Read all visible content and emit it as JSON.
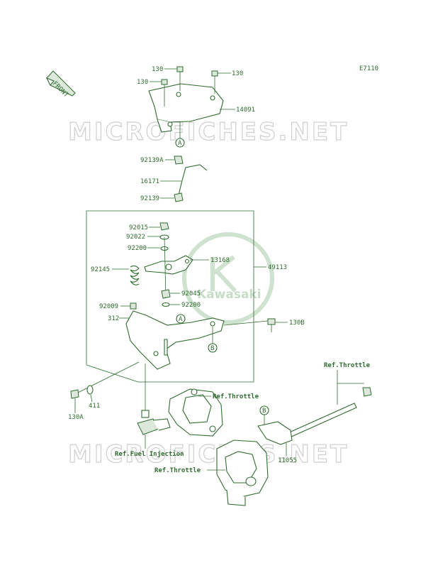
{
  "diagram_code": "E7110",
  "front_arrow_label": "FRONT",
  "watermark_text": "MICROFICHES.NET",
  "watermark_logo_text": "Kawasaki",
  "colors": {
    "line": "#2f6b2f",
    "watermark": "#cfcfcf",
    "background": "#ffffff"
  },
  "part_labels": {
    "p130a": "130",
    "p130b": "130",
    "p130c": "130",
    "p14091": "14091",
    "p92139A": "92139A",
    "p16171": "16171",
    "p92139": "92139",
    "p92015": "92015",
    "p92022": "92022",
    "p92200a": "92200",
    "p13168": "13168",
    "p49113": "49113",
    "p92145": "92145",
    "p92045": "92045",
    "p92200b": "92200",
    "p92009": "92009",
    "p312": "312",
    "p130B": "130B",
    "p411": "411",
    "p130A": "130A",
    "p11055": "11055"
  },
  "ref_labels": {
    "throttle_top": "Ref.Throttle",
    "throttle_mid": "Ref.Throttle",
    "fuel_injection": "Ref.Fuel Injection",
    "throttle_bottom": "Ref.Throttle"
  },
  "callouts": {
    "a1": "A",
    "a2": "A",
    "b1": "B",
    "b2": "B"
  }
}
